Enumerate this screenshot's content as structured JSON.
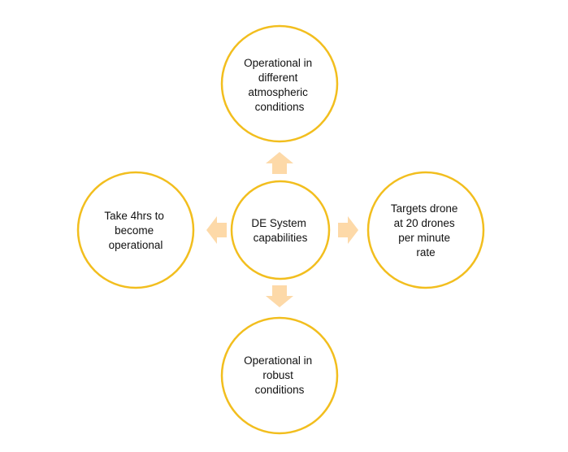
{
  "diagram": {
    "center": {
      "lines": [
        "DE System",
        "capabilities"
      ]
    },
    "top": {
      "lines": [
        "Operational in",
        "different",
        "atmospheric",
        "conditions"
      ]
    },
    "right": {
      "lines": [
        "Targets drone",
        "at 20 drones",
        "per minute",
        "rate"
      ]
    },
    "bottom": {
      "lines": [
        "Operational in",
        "robust",
        "conditions"
      ]
    },
    "left": {
      "lines": [
        "Take 4hrs to",
        "become",
        "operational"
      ]
    }
  },
  "colors": {
    "circle_stroke": "#F2BE1E",
    "arrow_fill": "#FDD9A8",
    "text": "#111111"
  }
}
